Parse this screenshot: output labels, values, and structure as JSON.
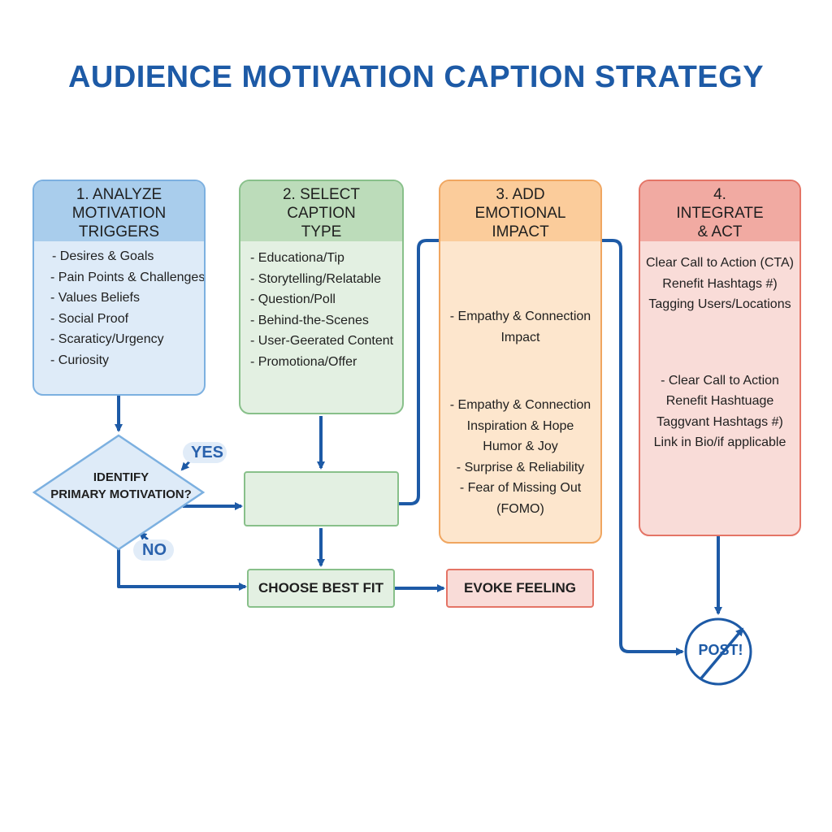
{
  "title": "AUDIENCE MOTIVATION CAPTION STRATEGY",
  "colors": {
    "arrow": "#1d5aa6",
    "blue": "#7cb0e0",
    "green": "#88c08a",
    "orange": "#f0a660",
    "red": "#e47466"
  },
  "step1": {
    "title_lines": [
      "1. ANALYZE",
      "MOTIVATION",
      "TRIGGERS"
    ],
    "items": [
      "- Desires & Goals",
      "- Pain Points & Challenges",
      "- Values Beliefs",
      "- Social Proof",
      "- Scaraticy/Urgency",
      "- Curiosity"
    ]
  },
  "step2": {
    "title_lines": [
      "2. SELECT",
      "CAPTION",
      "TYPE"
    ],
    "items": [
      "- Educationa/Tip",
      "- Storytelling/Relatable",
      "- Question/Poll",
      "- Behind-the-Scenes",
      "- User-Geerated Content",
      "- Promotiona/Offer"
    ]
  },
  "step3": {
    "title_lines": [
      "3. ADD",
      "EMOTIONAL",
      "IMPACT"
    ],
    "group1": [
      "- Empathy & Connection",
      "Impact"
    ],
    "group2": [
      "- Empathy & Connection",
      "Inspiration & Hope",
      "Humor & Joy",
      "- Surprise & Reliability",
      "- Fear of Missing Out",
      "(FOMO)"
    ]
  },
  "step4": {
    "title_lines": [
      "4.",
      "INTEGRATE",
      "& ACT"
    ],
    "group1": [
      "Clear Call to Action (CTA)",
      "Renefit Hashtags #)",
      "Tagging Users/Locations"
    ],
    "group2": [
      "- Clear Call to Action",
      "Renefit Hashtuage",
      "Taggvant Hashtags #)",
      "Link in Bio/if applicable"
    ]
  },
  "decision": {
    "lines": [
      "IDENTIFY",
      "PRIMARY MOTIVATION?"
    ],
    "yes": "YES",
    "no": "NO"
  },
  "choose_best_fit": "CHOOSE BEST FIT",
  "evoke_feeling": "EVOKE FEELING",
  "post": "POST!"
}
